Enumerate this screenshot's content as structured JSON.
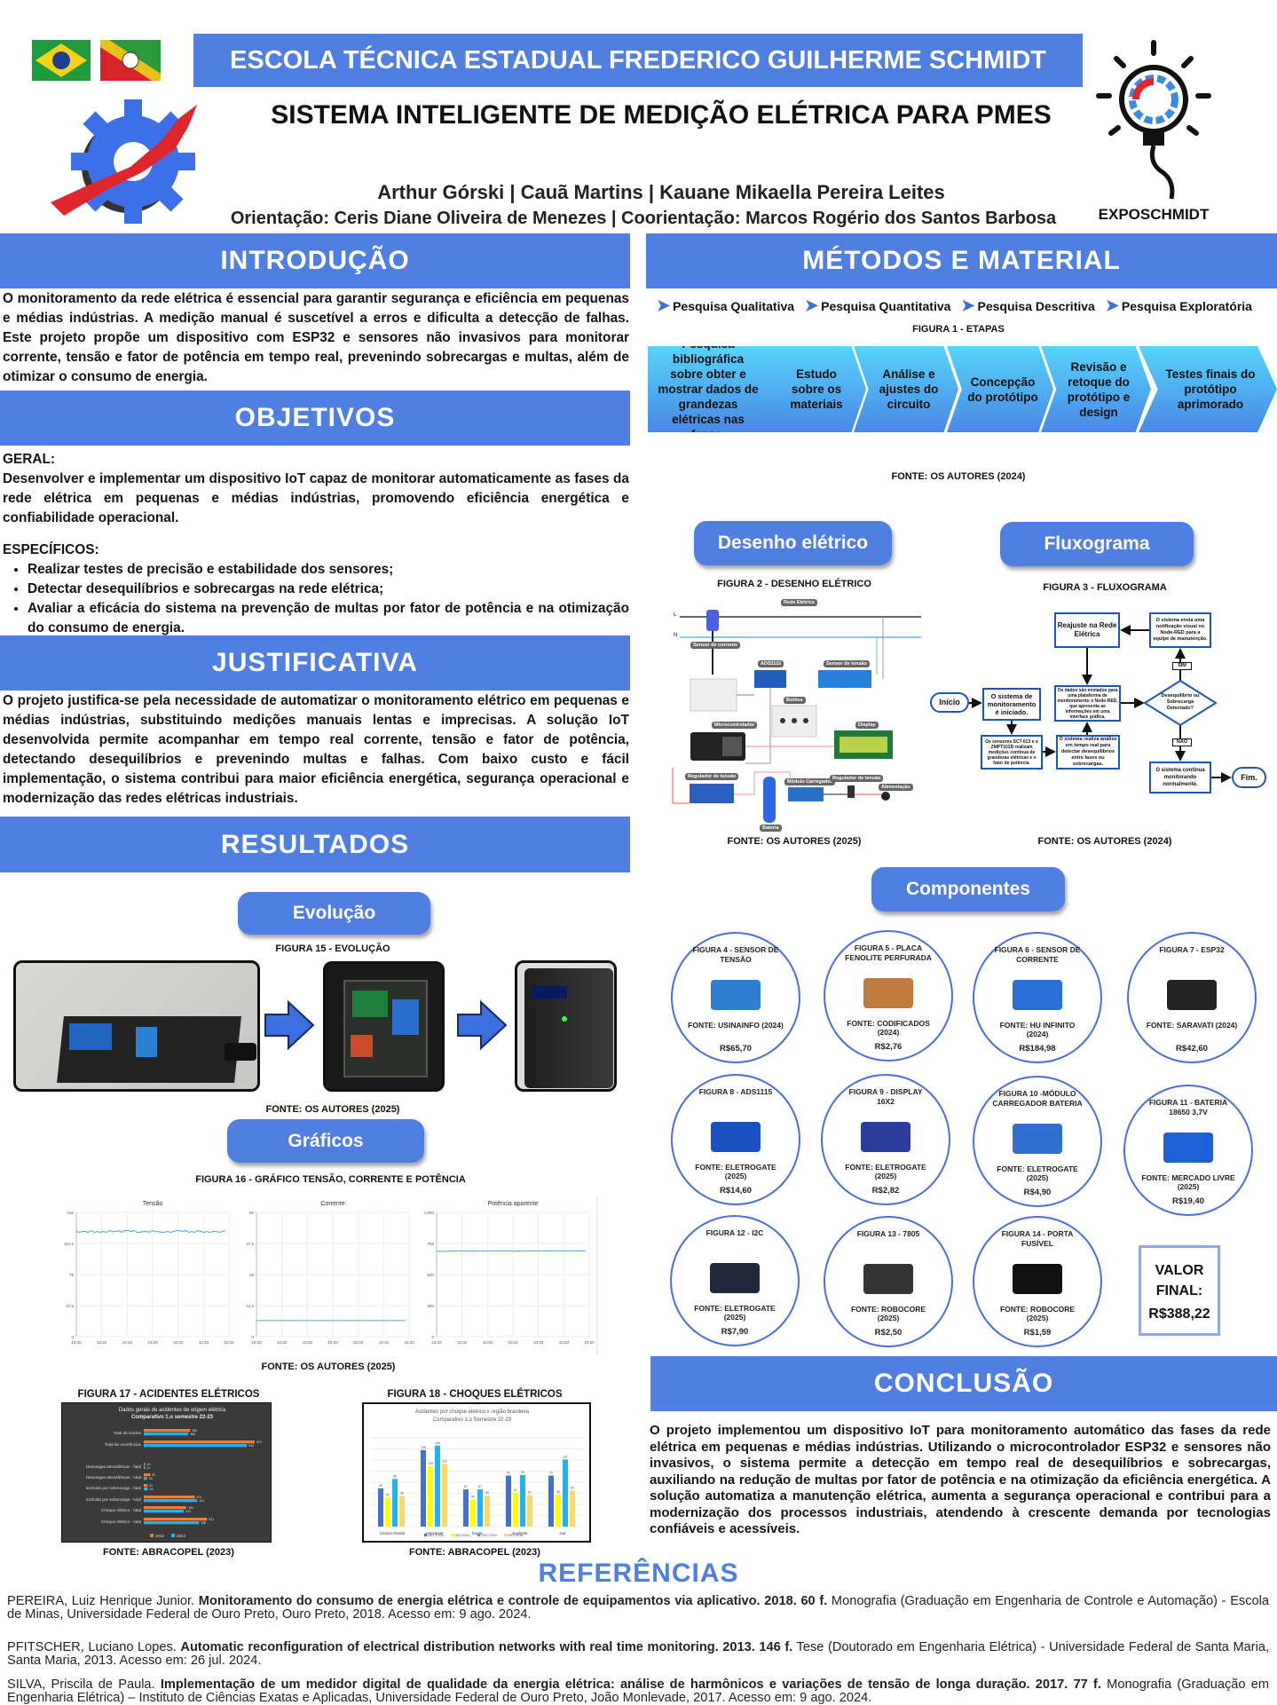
{
  "header": {
    "school": "ESCOLA TÉCNICA ESTADUAL FREDERICO GUILHERME SCHMIDT",
    "title": "SISTEMA INTELIGENTE DE MEDIÇÃO ELÉTRICA PARA PMES",
    "authors": "Arthur Górski | Cauã Martins | Kauane Mikaella Pereira Leites",
    "advisors": "Orientação: Ceris Diane Oliveira de Menezes | Coorientação: Marcos Rogério dos Santos Barbosa",
    "event_logo": "EXPOSCHMIDT"
  },
  "colors": {
    "section": "#4f7fe0",
    "accent_blue": "#3b6fe0"
  },
  "introducao": {
    "heading": "INTRODUÇÃO",
    "text": "O monitoramento da rede elétrica é essencial para garantir segurança e eficiência em pequenas e médias indústrias. A medição manual é suscetível a erros e dificulta a detecção de falhas. Este projeto propõe um dispositivo com ESP32 e sensores não invasivos para monitorar corrente, tensão e fator de potência em tempo real, prevenindo sobrecargas e multas, além de otimizar o consumo de energia."
  },
  "objetivos": {
    "heading": "OBJETIVOS",
    "geral_label": "GERAL:",
    "geral": "Desenvolver e implementar um dispositivo IoT capaz de monitorar automaticamente as fases da rede elétrica em pequenas e médias indústrias, promovendo eficiência energética e confiabilidade operacional.",
    "especificos_label": "ESPECÍFICOS:",
    "especificos": [
      "Realizar testes de precisão e estabilidade dos sensores;",
      "Detectar desequilíbrios e sobrecargas na rede elétrica;",
      "Avaliar a eficácia do sistema na prevenção de multas por fator de potência e na otimização do consumo de energia."
    ]
  },
  "justificativa": {
    "heading": "JUSTIFICATIVA",
    "text": "O projeto justifica-se pela necessidade de automatizar o monitoramento elétrico em pequenas e médias indústrias, substituindo medições manuais lentas e imprecisas. A solução IoT desenvolvida permite acompanhar em tempo real corrente, tensão e fator de potência, detectando desequilíbrios e prevenindo multas e falhas. Com baixo custo e fácil implementação, o sistema contribui para maior eficiência energética, segurança operacional e modernização das redes elétricas industriais."
  },
  "resultados": {
    "heading": "RESULTADOS",
    "evolucao_pill": "Evolução",
    "fig15_caption": "FIGURA 15 - EVOLUÇÃO",
    "fig15_fonte": "FONTE: OS AUTORES (2025)",
    "graficos_pill": "Gráficos",
    "fig16_caption": "FIGURA 16 - GRÁFICO TENSÃO, CORRENTE E POTÊNCIA",
    "fig16_fonte": "FONTE: OS AUTORES (2025)",
    "fig17_caption": "FIGURA 17 - ACIDENTES ELÉTRICOS",
    "fig17_fonte": "FONTE: ABRACOPEL (2023)",
    "fig18_caption": "FIGURA 18 - CHOQUES ELÉTRICOS",
    "fig18_fonte": "FONTE: ABRACOPEL (2023)"
  },
  "chart_data": [
    {
      "id": "tensao",
      "type": "line",
      "title": "Tensão",
      "ylim": [
        0,
        150
      ],
      "yticks": [
        "0",
        "37,5",
        "75",
        "112,5",
        "150"
      ],
      "xticks": [
        "10:32",
        "10:32",
        "10:33",
        "10:33",
        "10:33",
        "10:33",
        "10:33"
      ],
      "color": "#6aaee0",
      "values": [
        127,
        126,
        127,
        127,
        126,
        128,
        126,
        127,
        126,
        127,
        126,
        128,
        127,
        127,
        128,
        126,
        128,
        128,
        127,
        128,
        126,
        126,
        127,
        127,
        126,
        128,
        127,
        127,
        126,
        126,
        127,
        126,
        127,
        128,
        128,
        127,
        128,
        126,
        127,
        126,
        128,
        127,
        126,
        127,
        126,
        127,
        127,
        126,
        127,
        128
      ]
    },
    {
      "id": "corrente",
      "type": "line",
      "title": "Corrente",
      "ylim": [
        0,
        50
      ],
      "yticks": [
        "0",
        "12,5",
        "25",
        "37,5",
        "50"
      ],
      "xticks": [
        "10:33",
        "10:33",
        "10:33",
        "10:33",
        "10:33",
        "10:33",
        "10:33"
      ],
      "color": "#6aaee0",
      "values": [
        6.5,
        6.5,
        6.5,
        6.5,
        6.5,
        6.5,
        6.5,
        6.5,
        6.5,
        6.5
      ]
    },
    {
      "id": "potencia",
      "type": "line",
      "title": "Potência aparente",
      "ylim": [
        0,
        1000
      ],
      "yticks": [
        "0",
        "250",
        "500",
        "750",
        "1.000"
      ],
      "xticks": [
        "10:32",
        "10:32",
        "10:33",
        "10:33",
        "10:33",
        "10:33",
        "10:33"
      ],
      "color": "#6aaee0",
      "values": [
        688,
        687,
        688,
        690,
        689,
        691,
        689,
        690,
        688,
        690,
        689,
        690,
        690,
        689,
        690,
        688,
        690,
        689,
        690,
        691,
        690,
        690,
        689,
        690,
        691,
        690,
        689,
        691,
        690,
        691
      ]
    },
    {
      "id": "acidentes",
      "type": "bar",
      "orientation": "horizontal",
      "title": "Dados gerais de acidentes de origem elétrica",
      "subtitle": "Comparativo 1.o semestre 22-23",
      "categories": [
        "Total de mortes",
        "Total de ocorrências",
        "",
        "Descargas atmosféricas - fatal",
        "Descargas atmosféricas - total",
        "Incêndio por sobrecarga - fatal",
        "Incêndio por sobrecarga - total",
        "Choque elétrico - fatal",
        "Choque elétrico - total"
      ],
      "series": [
        {
          "name": "2023",
          "color": "#ed7d31",
          "values": [
            383,
            913,
            null,
            10,
            53,
            31,
            421,
            350,
            521
          ]
        },
        {
          "name": "2022",
          "color": "#1fb1f0",
          "values": [
            366,
            849,
            null,
            11,
            28,
            33,
            441,
            330,
            456
          ]
        }
      ]
    },
    {
      "id": "choques",
      "type": "bar",
      "orientation": "vertical",
      "title": "Acidentes por choque elétrico x região brasileira",
      "subtitle": "Comparativo 1.o Semestre 22-23",
      "categories": [
        "Centro-Oeste",
        "Nordeste",
        "Norte",
        "Sudeste",
        "Sul"
      ],
      "ylim": [
        0,
        160
      ],
      "series": [
        {
          "name": "2022 TOTAL",
          "color": "#4472c4",
          "values": [
            69,
            138,
            67,
            92,
            92
          ]
        },
        {
          "name": "2022 FATAL",
          "color": "#ffff00",
          "values": [
            52,
            109,
            49,
            61,
            58
          ]
        },
        {
          "name": "2023 TOTAL",
          "color": "#1fb4f0",
          "values": [
            86,
            146,
            67,
            93,
            121
          ]
        },
        {
          "name": "2023 FATAL",
          "color": "#ffd966",
          "values": [
            55,
            113,
            56,
            57,
            65
          ]
        }
      ]
    }
  ],
  "metodos": {
    "heading": "MÉTODOS E MATERIAL",
    "tipos": [
      "Pesquisa Qualitativa",
      "Pesquisa Quantitativa",
      "Pesquisa Descritiva",
      "Pesquisa Exploratória"
    ],
    "fig1_caption": "FIGURA 1 - ETAPAS",
    "etapas": [
      "Pesquisa bibliográfica sobre obter e mostrar dados de grandezas elétricas nas fases.",
      "Estudo sobre os materiais",
      "Análise e ajustes do circuito",
      "Concepção do protótipo",
      "Revisão e retoque do protótipo e design",
      "Testes finais do protótipo aprimorado"
    ],
    "fig1_fonte": "FONTE: OS AUTORES (2024)",
    "desenho_pill": "Desenho elétrico",
    "fig2_caption": "FIGURA 2 - DESENHO ELÉTRICO",
    "fig2_labels": [
      "Rede Elétrica",
      "Sensor de corrente",
      "ADS1115",
      "Sensor de tensão",
      "Botões",
      "Microcontrolador",
      "Display",
      "Regulador de tensão",
      "Bateria",
      "Módulo Carregador",
      "Regulador de tensão",
      "Alimentação",
      "L",
      "N"
    ],
    "fig2_fonte": "FONTE: OS AUTORES (2025)",
    "fluxo_pill": "Fluxograma",
    "fig3_caption": "FIGURA 3 - FLUXOGRAMA",
    "fluxo": {
      "inicio": "Início",
      "iniciado": "O sistema de monitoramento é iniciado.",
      "sensores": "Os sensores SCT-013 e o ZMPT101B realizam medições contínua de grandezas elétricas e o fator de potência.",
      "analise": "O sistema realiza análise em tempo real para detectar desequilíbrios entre fases ou sobrecargas.",
      "dados": "Os dados são enviados para uma plataforma de monitoramento o Node-RED, que apresenta as informações em uma interface gráfica.",
      "decisao": "Desequilíbrio ou Sobrecarga Detectado?",
      "sim": "SIM",
      "nao": "NÃO",
      "notificacao": "O sistema envia uma notificação visual no Node-RED para a equipe de manutenção.",
      "reajuste": "Reajuste na Rede Elétrica",
      "continua": "O sistema continua monitorando normalmente.",
      "fim": "Fim."
    },
    "fig3_fonte": "FONTE: OS AUTORES (2024)",
    "componentes_pill": "Componentes",
    "componentes": [
      {
        "titulo": "FIGURA 4 - SENSOR DE TENSÃO",
        "fonte": "FONTE: USINAINFO (2024)",
        "preco": "R$65,70",
        "color": "#2f7fd0"
      },
      {
        "titulo": "FIGURA 5 - PLACA FENOLITE PERFURADA",
        "fonte": "FONTE: CODIFICADOS (2024)",
        "preco": "R$2,76",
        "color": "#c27a3e"
      },
      {
        "titulo": "FIGURA 6 - SENSOR DE CORRENTE",
        "fonte": "FONTE: HU INFINITO (2024)",
        "preco": "R$184,98",
        "color": "#2a6fd6"
      },
      {
        "titulo": "FIGURA 7 - ESP32",
        "fonte": "FONTE: SARAVATI (2024)",
        "preco": "R$42,60",
        "color": "#222222"
      },
      {
        "titulo": "FIGURA 8 - ADS1115",
        "fonte": "FONTE: ELETROGATE (2025)",
        "preco": "R$14,60",
        "color": "#1c4fc0"
      },
      {
        "titulo": "FIGURA 9 - DISPLAY 16X2",
        "fonte": "FONTE: ELETROGATE (2025)",
        "preco": "R$2,82",
        "color": "#2b3d9a"
      },
      {
        "titulo": "FIGURA 10 -MÓDULO CARREGADOR BATERIA",
        "fonte": "FONTE: ELETROGATE (2025)",
        "preco": "R$4,90",
        "color": "#2f6fd0"
      },
      {
        "titulo": "FIGURA 11 - BATERIA 18650 3,7V",
        "fonte": "FONTE: MERCADO LIVRE (2025)",
        "preco": "R$19,40",
        "color": "#1f5fd8"
      },
      {
        "titulo": "FIGURA 12 - I2C",
        "fonte": "FONTE: ELETROGATE (2025)",
        "preco": "R$7,90",
        "color": "#1e2a3a"
      },
      {
        "titulo": "FIGURA 13 - 7805",
        "fonte": "FONTE: ROBOCORE (2025)",
        "preco": "R$2,50",
        "color": "#333333"
      },
      {
        "titulo": "FIGURA 14 - PORTA FUSÍVEL",
        "fonte": "FONTE: ROBOCORE (2025)",
        "preco": "R$1,59",
        "color": "#111111"
      }
    ],
    "valor_final_label": "VALOR FINAL:",
    "valor_final": "R$388,22"
  },
  "conclusao": {
    "heading": "CONCLUSÃO",
    "text": "O projeto implementou um dispositivo IoT para monitoramento automático das fases da rede elétrica em pequenas e médias indústrias. Utilizando o microcontrolador ESP32 e sensores não invasivos, o sistema permite a detecção em tempo real de desequilíbrios e sobrecargas, auxiliando na redução de multas por fator de potência e na otimização da eficiência energética. A solução automatiza a manutenção elétrica, aumenta a segurança operacional e contribui para a modernização dos processos industriais, atendendo à crescente demanda por tecnologias confiáveis e acessíveis."
  },
  "referencias": {
    "heading": "REFERÊNCIAS",
    "items": [
      {
        "author": "PEREIRA, Luiz Henrique Junior. ",
        "title": "Monitoramento do consumo de energia elétrica e controle de equipamentos via aplicativo. 2018. 60 f.",
        "rest": " Monografia (Graduação em Engenharia de Controle e Automação) - Escola de Minas, Universidade Federal de Ouro Preto, Ouro Preto, 2018. Acesso em: 9 ago. 2024."
      },
      {
        "author": "PFITSCHER, Luciano Lopes. ",
        "title": "Automatic reconfiguration of electrical distribution networks with real time monitoring. 2013. 146 f.",
        "rest": " Tese (Doutorado em Engenharia Elétrica) - Universidade Federal de Santa Maria, Santa Maria, 2013. Acesso em: 26 jul. 2024."
      },
      {
        "author": "SILVA, Priscila de Paula. ",
        "title": "Implementação de um medidor digital de qualidade da energia elétrica: análise de harmônicos e variações de tensão de longa duração. 2017. 77 f.",
        "rest": " Monografia (Graduação em Engenharia Elétrica) – Instituto de Ciências Exatas e Aplicadas, Universidade Federal de Ouro Preto, João Monlevade, 2017. Acesso em: 9 ago. 2024."
      }
    ]
  }
}
